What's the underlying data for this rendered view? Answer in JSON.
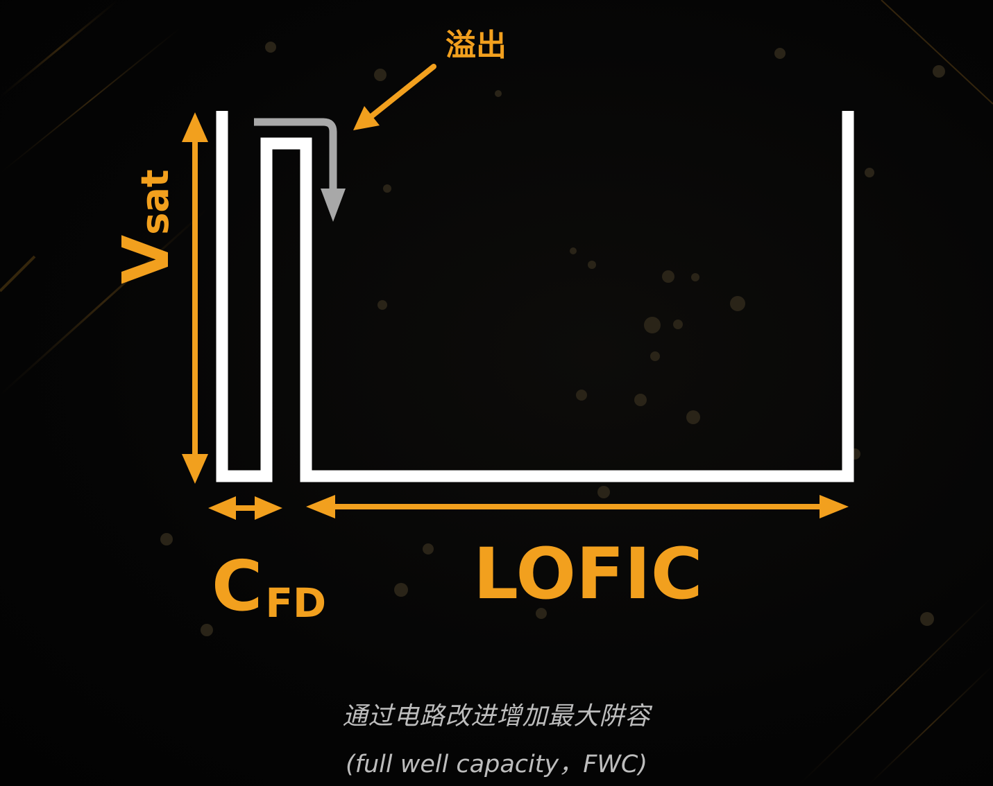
{
  "labels": {
    "overflow": "溢出",
    "vsat_main": "V",
    "vsat_sub": "sat",
    "cfd_main": "C",
    "cfd_sub": "FD",
    "lofic": "LOFIC"
  },
  "caption": {
    "line1": "通过电路改进增加最大阱容",
    "line2": "(full well capacity，FWC)"
  },
  "colors": {
    "accent": "#F2A01E",
    "outline": "#FFFFFF",
    "flow_arrow": "#A8A8A8",
    "background": "#050505",
    "caption": "#BDBDBD"
  }
}
